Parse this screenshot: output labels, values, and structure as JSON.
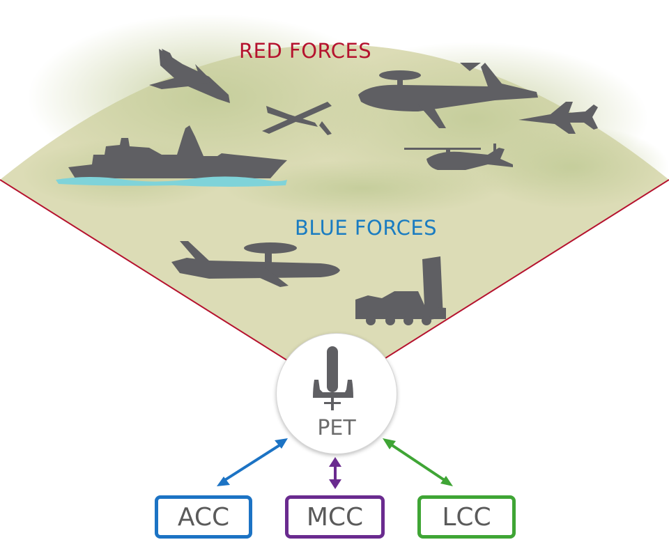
{
  "labels": {
    "red_forces": "RED FORCES",
    "blue_forces": "BLUE FORCES",
    "hub": "PET"
  },
  "commands": [
    {
      "label": "ACC",
      "color": "#1c73c4"
    },
    {
      "label": "MCC",
      "color": "#6a2b8f"
    },
    {
      "label": "LCC",
      "color": "#3fa535"
    }
  ],
  "colors": {
    "red": "#b5122e",
    "blue": "#1a7cc1",
    "sector_fill": "#dcdcb6",
    "sector_shade": "#c3cc99",
    "silhouette": "#5f5f63",
    "water": "#7fd3d9"
  },
  "icons": {
    "red_forces": [
      "fighter-jet-icon",
      "drone-icon",
      "transport-aircraft-icon",
      "fighter-jet-icon",
      "helicopter-icon",
      "warship-icon"
    ],
    "blue_forces": [
      "awacs-aircraft-icon",
      "radar-truck-icon"
    ],
    "hub": "sensor-icon"
  }
}
